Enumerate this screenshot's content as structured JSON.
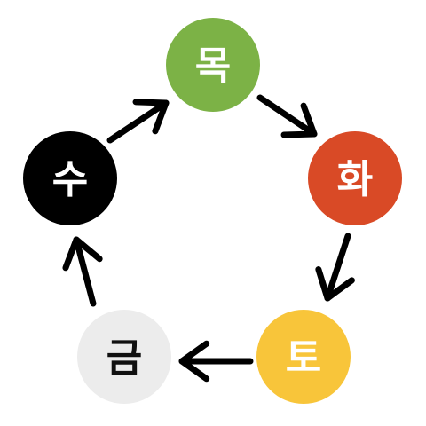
{
  "cycle": {
    "nodes": [
      {
        "id": "wood",
        "label": "목",
        "fill": "#7cb246",
        "text_color": "#ffffff"
      },
      {
        "id": "fire",
        "label": "화",
        "fill": "#d94a26",
        "text_color": "#ffffff"
      },
      {
        "id": "earth",
        "label": "토",
        "fill": "#f8c53a",
        "text_color": "#ffffff"
      },
      {
        "id": "metal",
        "label": "금",
        "fill": "#ececec",
        "text_color": "#111111"
      },
      {
        "id": "water",
        "label": "수",
        "fill": "#000000",
        "text_color": "#ffffff"
      }
    ],
    "edges": [
      {
        "from": "wood",
        "to": "fire"
      },
      {
        "from": "fire",
        "to": "earth"
      },
      {
        "from": "earth",
        "to": "metal"
      },
      {
        "from": "metal",
        "to": "water"
      },
      {
        "from": "water",
        "to": "wood"
      }
    ],
    "arrow_color": "#000000"
  }
}
